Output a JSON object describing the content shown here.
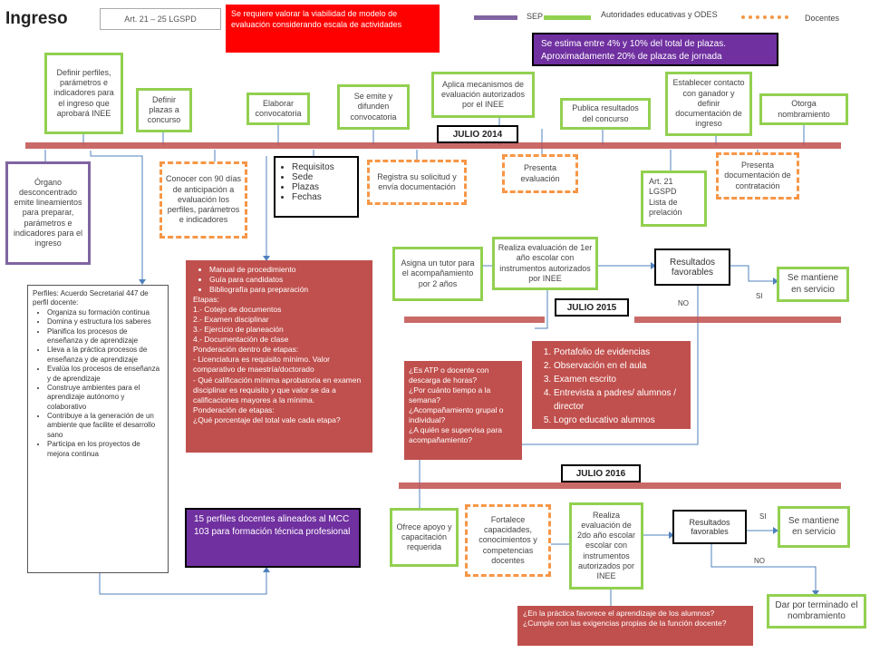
{
  "header": {
    "title": "Ingreso",
    "article": "Art. 21 – 25 LGSPD",
    "alert": "Se requiere valorar la viabilidad de modelo de evaluación considerando escala de actividades"
  },
  "legend": {
    "sep": "SEP",
    "autoridades": "Autoridades educativas y ODES",
    "docentes": "Docentes",
    "colors": {
      "sep": "#8064a2",
      "autoridades": "#92d050",
      "docentes": "#f79646"
    }
  },
  "top_row": {
    "definir_perfiles": "Definir perfiles, parámetros e indicadores para el ingreso que aprobará INEE",
    "definir_plazas": "Definir plazas a concurso",
    "elaborar": "Elaborar convocatoria",
    "emite": "Se emite y difunden convocatoria",
    "aplica": "Aplica mecanismos de evaluación autorizados por el INEE",
    "estima": "Se estima entre 4% y 10% del total de plazas. Aproximadamente 20% de plazas de jornada",
    "publica": "Publica resultados del concurso",
    "establecer": "Establecer contacto con ganador y definir documentación de ingreso",
    "otorga": "Otorga nombramiento"
  },
  "julio": {
    "y2014": "JULIO 2014",
    "y2015": "JULIO 2015",
    "y2016": "JULIO 2016"
  },
  "second_row": {
    "organo": "Órgano desconcentrado emite lineamientos para preparar, parámetros e indicadores para el ingreso",
    "conocer": "Conocer con 90 días de anticipación a evaluación los perfiles, parámetros e indicadores",
    "convocatoria_items": [
      "Requisitos",
      "Sede",
      "Plazas",
      "Fechas"
    ],
    "registra": "Registra su solicitud y envía documentación",
    "presenta_eval": "Presenta evaluación",
    "art21": [
      "Art. 21",
      "LGSPD",
      "Lista de",
      "prelación"
    ],
    "presenta_doc": "Presenta documentación de contratación"
  },
  "perfiles": {
    "heading": "Perfiles: Acuerdo Secretarial 447 de perfil docente:",
    "items": [
      "Organiza su formación continua",
      "Domina y estructura los saberes",
      "Planifica los procesos de enseñanza y de aprendizaje",
      "Lleva a la práctica procesos de enseñanza y de aprendizaje",
      "Evalúa los procesos de enseñanza y de aprendizaje",
      "Construye ambientes para el aprendizaje autónomo y colaborativo",
      "Contribuye a la generación de un ambiente que facilite el desarrollo sano",
      "Participa en los proyectos de mejora continua"
    ]
  },
  "manual": {
    "bullets": [
      "Manual de procedimiento",
      "Guía para candidatos",
      "Bibliografía para preparación"
    ],
    "lines": [
      "Etapas:",
      "1.- Cotejo de documentos",
      "2.- Examen disciplinar",
      "3.- Ejercicio de planeación",
      "4.- Documentación de clase",
      "Ponderación dentro de etapas:",
      "- Licenciatura es requisito mínimo. Valor comparativo de maestría/doctorado",
      "- Qué calificación mínima aprobatoria en examen disciplinar es requisito y que valor se da a calificaciones mayores a la mínima.",
      "Ponderación de etapas:",
      "¿Qué porcentaje del total vale cada etapa?"
    ]
  },
  "perfiles_15": "15 perfiles docentes alineados al MCC\n103 para formación técnica profesional",
  "mid": {
    "asigna": "Asigna un tutor para el acompañamiento por 2 años",
    "realiza1": "Realiza evaluación de 1er año escolar con instrumentos autorizados por INEE",
    "resultados1": "Resultados favorables",
    "mantiene1": "Se mantiene en servicio",
    "si1": "SI",
    "no1": "NO",
    "portafolio": [
      "Portafolio de evidencias",
      "Observación en el aula",
      "Examen escrito",
      "Entrevista a padres/ alumnos / director",
      "Logro educativo alumnos"
    ],
    "atp": "¿Es ATP o docente con descarga de horas?\n¿Por cuánto tiempo a la semana?\n¿Acompañamiento grupal o individual?\n¿A quién se supervisa para acompañamiento?"
  },
  "bottom": {
    "ofrece": "Ofrece apoyo y capacitación requerida",
    "fortalece": "Fortalece capacidades, conocimientos y competencias docentes",
    "realiza2": "Realiza evaluación de 2do año escolar escolar con instrumentos autorizados por INEE",
    "resultados2": "Resultados favorables",
    "mantiene2": "Se mantiene en servicio",
    "si2": "SI",
    "no2": "NO",
    "terminado": "Dar por terminado el nombramiento",
    "pregunta": "¿En la práctica favorece el aprendizaje de los alumnos?\n¿Cumple con las exigencias propias de la función docente?"
  }
}
